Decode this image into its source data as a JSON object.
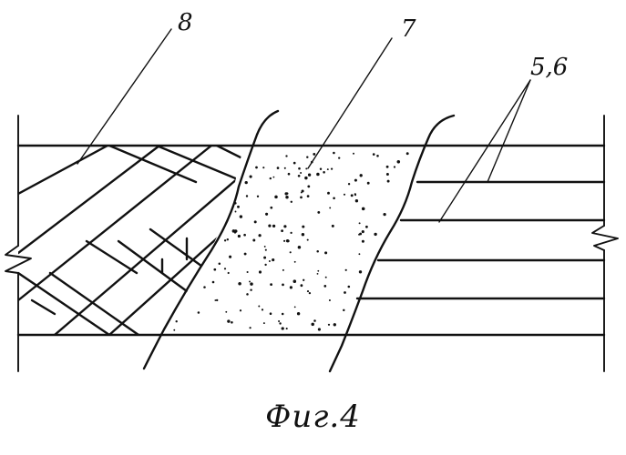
{
  "figure": {
    "caption": "Фиг.4",
    "labels": {
      "herringbone": "8",
      "granular": "7",
      "layers": "5,6"
    }
  }
}
